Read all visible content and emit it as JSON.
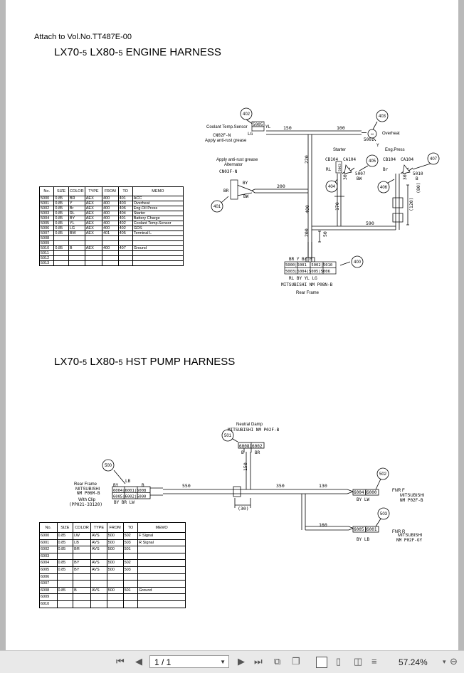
{
  "header": {
    "attach": "Attach to Vol.No.TT487E-00",
    "engine_title_a": "LX70-",
    "engine_title_b": "5",
    "engine_title_c": " LX80-",
    "engine_title_d": "5",
    "engine_title_e": " ENGINE HARNESS",
    "hst_title_a": "LX70-",
    "hst_title_b": "5",
    "hst_title_c": " LX80-",
    "hst_title_d": "5",
    "hst_title_e": " HST PUMP HARNESS"
  },
  "engine_table": {
    "headers": [
      "No.",
      "SIZE",
      "COLOR",
      "TYPE",
      "FROM",
      "TO",
      "MEMO"
    ],
    "rows": [
      [
        "5000",
        "0.85",
        "BR",
        "AEX",
        "400",
        "401",
        "ACC"
      ],
      [
        "5001",
        "0.85",
        "Y",
        "AEX",
        "400",
        "403",
        "Overheat"
      ],
      [
        "5002",
        "0.85",
        "Br",
        "AEX",
        "400",
        "406",
        "Eng.Oil Press"
      ],
      [
        "5003",
        "0.85",
        "RL",
        "AEX",
        "400",
        "404",
        "Starter"
      ],
      [
        "5004",
        "0.85",
        "BY",
        "AEX",
        "400",
        "401",
        "Battery Charge"
      ],
      [
        "5005",
        "0.85",
        "YL",
        "AEX",
        "400",
        "402",
        "Coolant Temp.Sensor"
      ],
      [
        "5006",
        "0.85",
        "LG",
        "AEX",
        "400",
        "402",
        "GDS"
      ],
      [
        "5007",
        "0.85",
        "BW",
        "AEX",
        "401",
        "405",
        "Terminal L"
      ],
      [
        "5008",
        "",
        "",
        "",
        "",
        "",
        ""
      ],
      [
        "5009",
        "",
        "",
        "",
        "",
        "",
        ""
      ],
      [
        "5010",
        "0.85",
        "B",
        "AEX",
        "400",
        "407",
        "Ground"
      ],
      [
        "5011",
        "",
        "",
        "",
        "",
        "",
        ""
      ],
      [
        "5012",
        "",
        "",
        "",
        "",
        "",
        ""
      ],
      [
        "5013",
        "",
        "",
        "",
        "",
        "",
        ""
      ]
    ]
  },
  "hst_table": {
    "headers": [
      "No.",
      "SIZE",
      "COLOR",
      "TYPE",
      "FROM",
      "TO",
      "MEMO"
    ],
    "rows": [
      [
        "6000",
        "0.85",
        "LW",
        "AVS",
        "500",
        "502",
        "F Signal"
      ],
      [
        "6001",
        "0.85",
        "LB",
        "AVS",
        "500",
        "503",
        "R Signal"
      ],
      [
        "6002",
        "0.85",
        "BR",
        "AVS",
        "500",
        "501",
        ""
      ],
      [
        "6003",
        "",
        "",
        "",
        "",
        "",
        ""
      ],
      [
        "6004",
        "0.85",
        "BY",
        "AVS",
        "500",
        "502",
        ""
      ],
      [
        "6005",
        "0.85",
        "BY",
        "AVS",
        "500",
        "503",
        ""
      ],
      [
        "6006",
        "",
        "",
        "",
        "",
        "",
        ""
      ],
      [
        "6007",
        "",
        "",
        "",
        "",
        "",
        ""
      ],
      [
        "6008",
        "0.85",
        "B",
        "AVS",
        "500",
        "501",
        "Ground"
      ],
      [
        "6009",
        "",
        "",
        "",
        "",
        "",
        ""
      ],
      [
        "6010",
        "",
        "",
        "",
        "",
        "",
        ""
      ]
    ]
  },
  "engine_diagram": {
    "coolant_label": "Coolant Temp.Sensor",
    "coolant_conn": "CN02F-N",
    "coolant_note": "Apply anti-rust grease",
    "coolant_wire_yl": "YL",
    "coolant_wire_lg": "LG",
    "coolant_pins": "5005",
    "overheat_label": "Overheat",
    "overheat_wire": "5001",
    "overheat_color": "Y",
    "eng_press_label": "Eng.Press",
    "starter_label": "Starter",
    "alt_note": "Apply anti-rust grease",
    "alt_label": "Alternator",
    "alt_conn": "CN03F-N",
    "cb104_a": "CB104",
    "ca104_a": "CA104",
    "cb104_b": "CB104",
    "ca104_b": "CA104",
    "rl": "RL",
    "bw": "BW",
    "br": "Br",
    "b": "B",
    "w5007": "5007",
    "w5010": "5010",
    "by": "BY",
    "br2": "BR",
    "bw2": "BW",
    "len_150": "150",
    "len_100": "100",
    "len_220": "220",
    "len_200": "200",
    "len_400": "400",
    "len_170": "170",
    "len_590": "590",
    "len_200b": "200",
    "len_50": "50",
    "len_30a": "30",
    "len_30b": "30",
    "len_120": "(120)",
    "len_80": "(80)",
    "c401": "401",
    "c402": "402",
    "c403": "403",
    "c404": "404",
    "c405": "405",
    "c406": "406",
    "c407": "407",
    "c400": "400",
    "conn400_top": "BR  Y      Br  B",
    "conn400_row1": "5000|5001 |5002|5010",
    "conn400_row2": "5003|5004|5005|5006",
    "conn400_bottom": "RL  BY  YL  LG",
    "conn400_name": "MITSUBISHI  NM P08N-B",
    "conn400_loc": "Rear Frame",
    "starter_pin": "5003",
    "wire_30a": "30"
  },
  "hst_diagram": {
    "neutral_label": "Neutral Damp",
    "neutral_conn": "MITSUBISHI NM P02F-B",
    "c501": "501",
    "pins_501": "6008|6002",
    "w_b": "B",
    "w_br": "BR",
    "c500": "500",
    "rear_frame": "Rear Frame",
    "mitsubishi": "MITSUBISHI",
    "conn500": "NM P06M-B",
    "with_clip": "With Clip",
    "clip_no": "(PP021-33120)",
    "pins500_top_by": "BY",
    "pins500_top_lb": "LB",
    "pins500_top_b": "B",
    "pins500_row1": "6004|6001|6008",
    "pins500_row2": "6005|6002|6000",
    "pins500_bottom": "BY  BR  LW",
    "len_550": "550",
    "len_150": "150",
    "len_350": "350",
    "len_130": "130",
    "len_160": "160",
    "len_30": "(30)",
    "c502": "502",
    "pins502": "6004|6000",
    "w502": "BY  LW",
    "fnr_f": "FNR F",
    "fnr_f_mfr": "MITSUBISHI",
    "fnr_f_conn": "NM P02F-B",
    "c503": "503",
    "pins503": "6005|6001",
    "w503": "BY  LB",
    "fnr_r": "FNR R",
    "fnr_r_mfr": "MITSUBISHI",
    "fnr_r_conn": "NM P02F-GY"
  },
  "toolbar": {
    "page_value": "1 / 1",
    "zoom": "57.24%"
  }
}
